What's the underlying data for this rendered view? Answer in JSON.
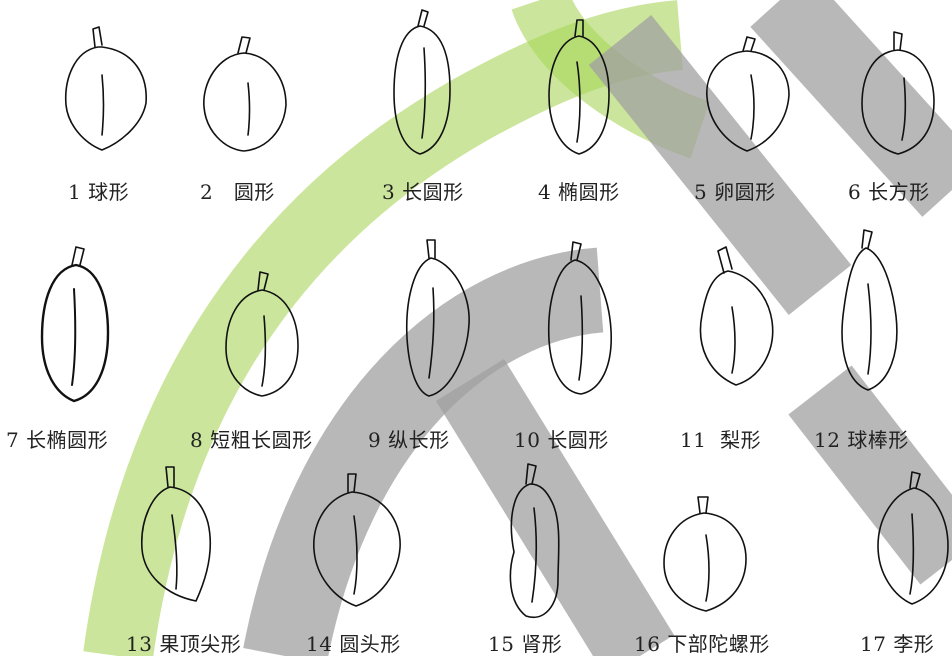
{
  "figure": {
    "items": [
      {
        "num": "1",
        "name": "球形"
      },
      {
        "num": "2",
        "name": "圆形"
      },
      {
        "num": "3",
        "name": "长圆形"
      },
      {
        "num": "4",
        "name": "椭圆形"
      },
      {
        "num": "5",
        "name": "卵圆形"
      },
      {
        "num": "6",
        "name": "长方形"
      },
      {
        "num": "7",
        "name": "长椭圆形"
      },
      {
        "num": "8",
        "name": "短粗长圆形"
      },
      {
        "num": "9",
        "name": "纵长形"
      },
      {
        "num": "10",
        "name": "长圆形"
      },
      {
        "num": "11",
        "name": "梨形"
      },
      {
        "num": "12",
        "name": "球棒形"
      },
      {
        "num": "13",
        "name": "果顶尖形"
      },
      {
        "num": "14",
        "name": "圆头形"
      },
      {
        "num": "15",
        "name": "肾形"
      },
      {
        "num": "16",
        "name": "下部陀螺形"
      },
      {
        "num": "17",
        "name": "李形"
      }
    ]
  },
  "colors": {
    "watermark_gray": "#a6a6a6",
    "watermark_green": "#a8d55a",
    "stroke": "#111111"
  }
}
